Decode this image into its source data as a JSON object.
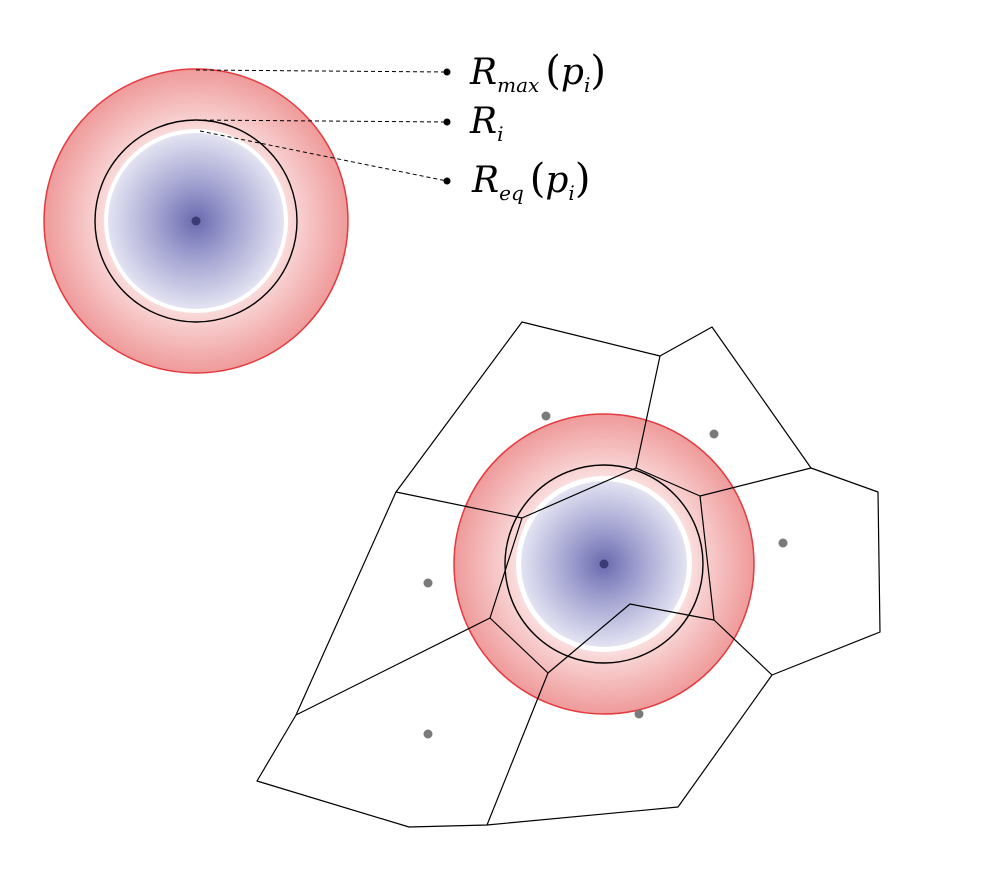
{
  "labels": {
    "rmax": {
      "base": "R",
      "sub": "max",
      "open": "(",
      "arg": "p",
      "argsub": "i",
      "close": ")"
    },
    "ri": {
      "base": "R",
      "sub": "i"
    },
    "req": {
      "base": "R",
      "sub": "eq",
      "open": "(",
      "arg": "p",
      "argsub": "i",
      "close": ")"
    }
  },
  "colors": {
    "outer_ring_edge": "#e43a3f",
    "outer_ring_inner": "#ffffff",
    "outer_ring_mid": "#f4b9b9",
    "inner_disc_center": "#6b6bb0",
    "inner_disc_edge": "#e6e6f3",
    "center_point": "#3b3b78",
    "neighbor_point": "#7a7a7a",
    "cell_edges": "#000000"
  }
}
